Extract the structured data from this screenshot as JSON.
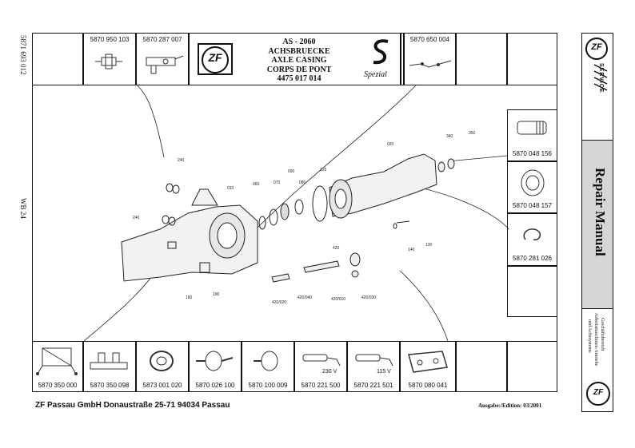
{
  "margin_left": {
    "doc_no": "5871 693 012",
    "ref": "WB 24"
  },
  "header": {
    "title_lines": [
      "AS - 2060",
      "ACHSBRUECKE",
      "AXLE CASING",
      "CORPS DE PONT",
      "4475 017 014"
    ],
    "logo_text": "ZF",
    "spezial": "Spezial",
    "top_tools": [
      "5870 950 103",
      "5870 287 007",
      "5870 650 004"
    ]
  },
  "side_tools": [
    "5870 048 156",
    "5870 048 157",
    "5870 281 026"
  ],
  "bottom_tools": [
    {
      "num": "5870 350 000",
      "note": ""
    },
    {
      "num": "5870 350 098",
      "note": ""
    },
    {
      "num": "5873 001 020",
      "note": ""
    },
    {
      "num": "5870 026 100",
      "note": ""
    },
    {
      "num": "5870 100 009",
      "note": ""
    },
    {
      "num": "5870 221 500",
      "note": "230 V"
    },
    {
      "num": "5870 221 501",
      "note": "115 V"
    },
    {
      "num": "5870 080 041",
      "note": ""
    }
  ],
  "callouts": [
    "240",
    "240",
    "010",
    "060",
    "070",
    "090",
    "080",
    "120",
    "020",
    "340",
    "350",
    "130",
    "140",
    "420",
    "420/020",
    "420/040",
    "420/010",
    "420/030",
    "180",
    "190"
  ],
  "footer": {
    "company": "ZF  Passau GmbH Donaustraße 25-71   94034 Passau",
    "edition": "Ausgabe:/Edition: 03/2001"
  },
  "right_band": {
    "logo_text": "ZF",
    "service": "SERVICE",
    "manual": "Repair Manual",
    "division_lines": [
      "Geschäftsbereich",
      "Arbeitsmaschinen-Antriebe",
      "und Achssysteme"
    ]
  },
  "colors": {
    "ink": "#111111",
    "band": "#d6d6d6"
  }
}
